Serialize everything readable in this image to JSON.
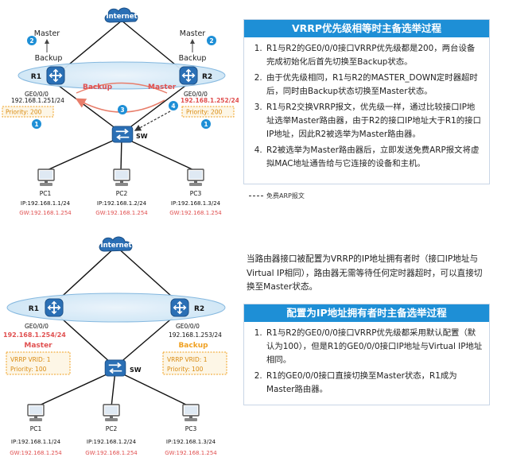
{
  "diagram1": {
    "internet": "Internet",
    "r1": {
      "name": "R1",
      "role_top": "Master",
      "role_bottom": "Backup",
      "port": "GE0/0/0",
      "ip": "192.168.1.251/24",
      "priority": "Priority:  200",
      "badge_role": "2",
      "badge_priority": "1"
    },
    "r2": {
      "name": "R2",
      "role_top": "Master",
      "role_bottom": "Backup",
      "port": "GE0/0/0",
      "ip": "192.168.1.252/24",
      "priority": "Priority:  200",
      "badge_role": "2",
      "badge_priority": "1"
    },
    "arc_backup": "Backup",
    "arc_master": "Master",
    "badge_exchange": "3",
    "badge_arp": "4",
    "sw": "SW",
    "pcs": [
      {
        "name": "PC1",
        "ip": "IP:192.168.1.1/24",
        "gw": "GW:192.168.1.254"
      },
      {
        "name": "PC2",
        "ip": "IP:192.168.1.2/24",
        "gw": "GW:192.168.1.254"
      },
      {
        "name": "PC3",
        "ip": "IP:192.168.1.3/24",
        "gw": "GW:192.168.1.254"
      }
    ]
  },
  "diagram2": {
    "internet": "Internet",
    "r1": {
      "name": "R1",
      "port": "GE0/0/0",
      "ip": "192.168.1.254/24",
      "role": "Master",
      "vrid": "VRRP VRID:  1",
      "priority": "Priority:  100"
    },
    "r2": {
      "name": "R2",
      "port": "GE0/0/0",
      "ip": "192.168.1.253/24",
      "role": "Backup",
      "vrid": "VRRP VRID:  1",
      "priority": "Priority:  100"
    },
    "sw": "SW",
    "pcs": [
      {
        "name": "PC1",
        "ip": "IP:192.168.1.1/24",
        "gw": "GW:192.168.1.254"
      },
      {
        "name": "PC2",
        "ip": "IP:192.168.1.2/24",
        "gw": "GW:192.168.1.254"
      },
      {
        "name": "PC3",
        "ip": "IP:192.168.1.3/24",
        "gw": "GW:192.168.1.254"
      }
    ]
  },
  "panel1": {
    "title": "VRRP优先级相等时主备选举过程",
    "items": [
      "R1与R2的GE0/0/0接口VRRP优先级都是200，两台设备完成初始化后首先切换至Backup状态。",
      "由于优先级相同，R1与R2的MASTER_DOWN定时器超时后，同时由Backup状态切换至Master状态。",
      "R1与R2交换VRRP报文，优先级一样，通过比较接口IP地址选举Master路由器，由于R2的接口IP地址大于R1的接口IP地址，因此R2被选举为Master路由器。",
      "R2被选举为Master路由器后，立即发送免费ARP报文将虚拟MAC地址通告给与它连接的设备和主机。"
    ]
  },
  "legend": {
    "label": "免费ARP报文"
  },
  "intro2": "当路由器接口被配置为VRRP的IP地址拥有者时（接口IP地址与Virtual IP相同），路由器无需等待任何定时器超时，可以直接切换至Master状态。",
  "panel2": {
    "title": "配置为IP地址拥有者时主备选举过程",
    "items": [
      "R1与R2的GE0/0/0接口VRRP优先级都采用默认配置（默认为100），但是R1的GE0/0/0接口IP地址与Virtual IP地址相同。",
      "R1的GE0/0/0接口直接切换至Master状态，R1成为Master路由器。"
    ]
  },
  "colors": {
    "accent": "#1e8fd6",
    "red": "#e05050",
    "orange": "#f0a020",
    "router": "#2a6fb5"
  }
}
